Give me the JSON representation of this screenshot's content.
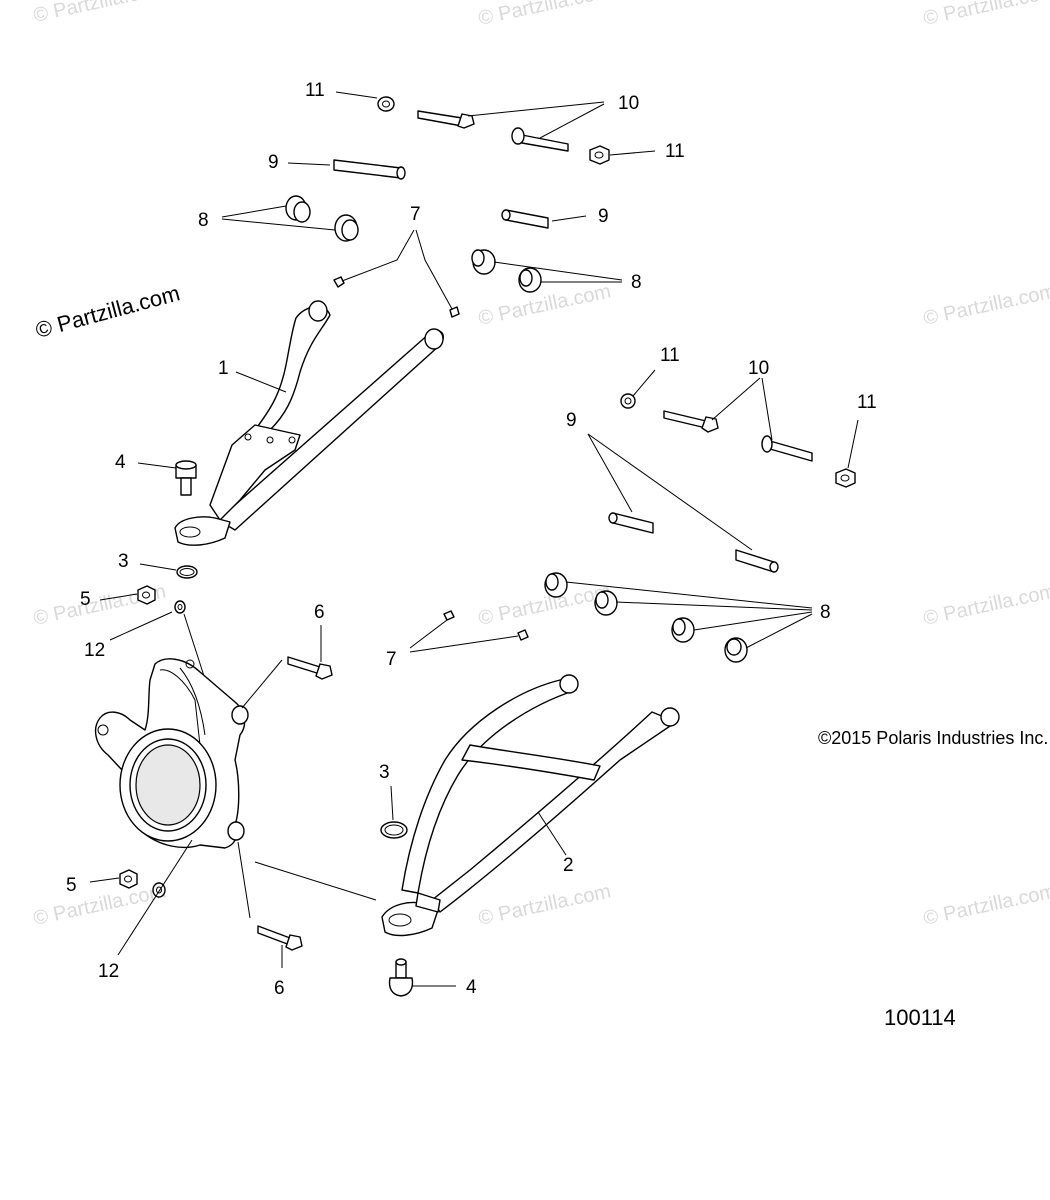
{
  "watermark": {
    "small_text": "© Partzilla.com",
    "large_text": "© Partzilla.com"
  },
  "copyright": "©2015 Polaris Industries Inc.",
  "figure_number": "100114",
  "callouts": {
    "c1": "1",
    "c2": "2",
    "c3a": "3",
    "c3b": "3",
    "c4a": "4",
    "c4b": "4",
    "c5a": "5",
    "c5b": "5",
    "c6a": "6",
    "c6b": "6",
    "c7a": "7",
    "c7b": "7",
    "c8a": "8",
    "c8b": "8",
    "c8c": "8",
    "c9a": "9",
    "c9b": "9",
    "c9c": "9",
    "c10a": "10",
    "c10b": "10",
    "c11a": "11",
    "c11b": "11",
    "c11c": "11",
    "c11d": "11",
    "c12a": "12",
    "c12b": "12"
  },
  "colors": {
    "line": "#000000",
    "watermark": "#d9d9d9",
    "background": "#ffffff"
  }
}
